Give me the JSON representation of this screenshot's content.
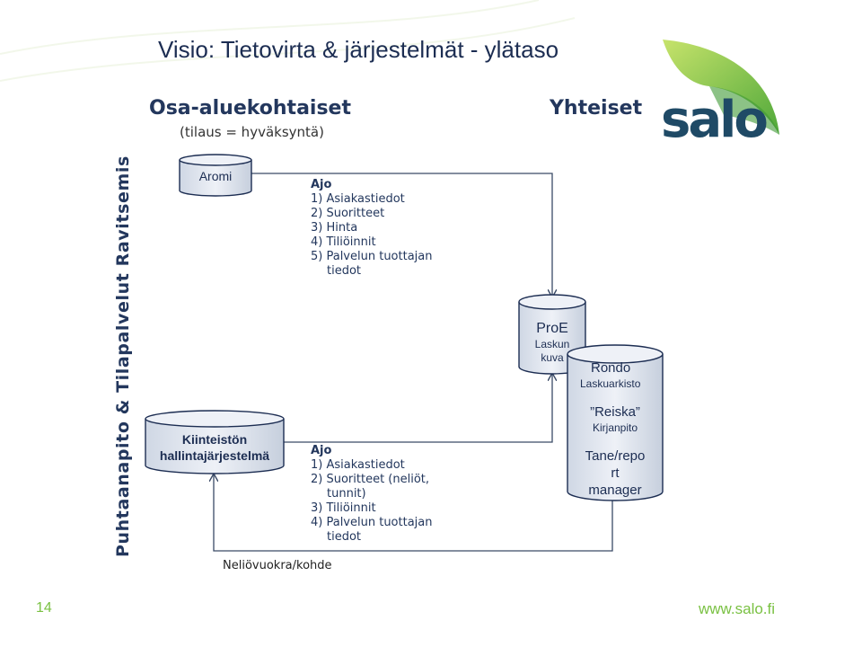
{
  "title": "Visio: Tietovirta & järjestelmät - ylätaso",
  "vertical_label": "Puhtaanapito & Tilapalvelut  Ravitsemis",
  "left_section": {
    "heading": "Osa-aluekohtaiset",
    "subheading": "(tilaus = hyväksyntä)"
  },
  "right_section": {
    "heading": "Yhteiset"
  },
  "nodes": {
    "aromi": "Aromi",
    "kiinteisto": {
      "line1": "Kiinteistön",
      "line2": "hallintajärjestelmä"
    },
    "proe": {
      "name": "ProE",
      "line1": "Laskun",
      "line2": "kuva"
    },
    "rondo": {
      "name": "Rondo",
      "sub": "Laskuarkisto"
    },
    "reiska": {
      "name": "”Reiska”",
      "sub": "Kirjanpito"
    },
    "tane": {
      "line1": "Tane/repo",
      "line2": "rt",
      "line3": "manager"
    }
  },
  "ajo_top": {
    "heading": "Ajo",
    "items": [
      "1) Asiakastiedot",
      "2) Suoritteet",
      "3) Hinta",
      "4) Tiliöinnit",
      "5) Palvelun tuottajan"
    ],
    "continuation": "tiedot"
  },
  "ajo_bottom": {
    "heading": "Ajo",
    "items": [
      "1) Asiakastiedot",
      "2) Suoritteet (neliöt,"
    ],
    "cont1": "tunnit)",
    "items2": [
      "3) Tiliöinnit",
      "4) Palvelun tuottajan"
    ],
    "cont2": "tiedot"
  },
  "bottom_label": "Neliövuokra/kohde",
  "logo": {
    "text": "salo"
  },
  "footer": {
    "page_number": "14",
    "url": "www.salo.fi"
  },
  "colors": {
    "navy": "#23375d",
    "green": "#7ac143",
    "cylinder_fill": "#dfe5ef",
    "line": "#3a4a66"
  }
}
